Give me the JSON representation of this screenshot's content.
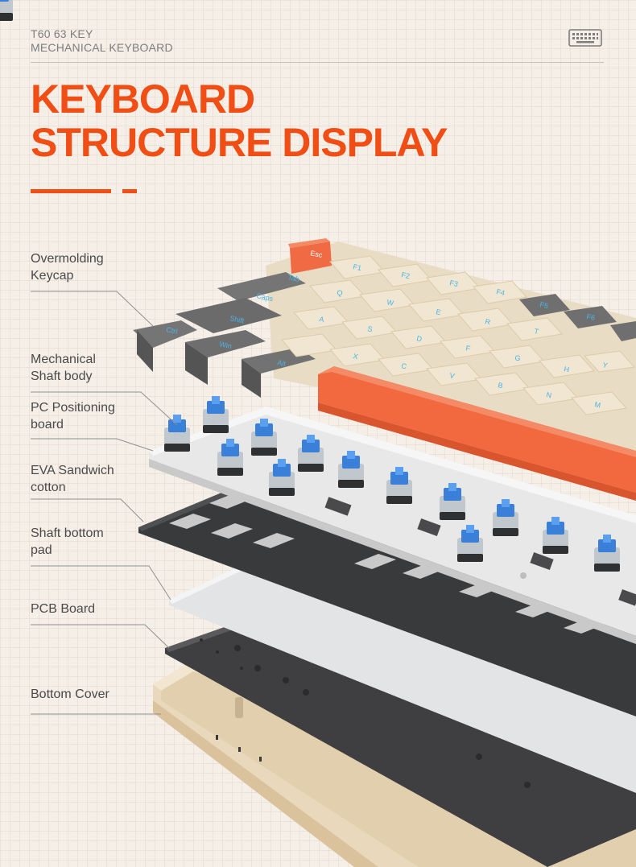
{
  "header": {
    "brand_line1": "T60 63 KEY",
    "brand_line2": "MECHANICAL KEYBOARD",
    "icon": "keyboard-icon"
  },
  "title": {
    "line1": "KEYBOARD",
    "line2": "STRUCTURE DISPLAY"
  },
  "layers": [
    {
      "label": "Overmolding\nKeycap"
    },
    {
      "label": "Mechanical\nShaft body"
    },
    {
      "label": "PC Positioning\nboard"
    },
    {
      "label": "EVA Sandwich\ncotton"
    },
    {
      "label": "Shaft bottom\npad"
    },
    {
      "label": "PCB Board"
    },
    {
      "label": "Bottom Cover"
    }
  ],
  "keycaps": {
    "esc": "Esc",
    "tab": "Tab",
    "caps": "Caps",
    "shift": "Shift",
    "ctrl": "Ctrl",
    "win": "Win",
    "alt": "Alt",
    "row1": [
      "F1",
      "F2",
      "F3",
      "F4",
      "F5",
      "F6"
    ],
    "row2": [
      "Q",
      "W",
      "E",
      "R",
      "T",
      "Y"
    ],
    "row3": [
      "A",
      "S",
      "D",
      "F",
      "G",
      "H"
    ],
    "row4": [
      "X",
      "C",
      "V",
      "B",
      "N",
      "M"
    ]
  },
  "colors": {
    "accent": "#f04e14",
    "keycap_cream": "#efe3cc",
    "keycap_grey": "#6f6f70",
    "keycap_orange": "#f06a44",
    "legend_blue": "#4ab4e6",
    "switch_blue": "#3a7fd8",
    "plate_grey": "#e6e6e6",
    "foam_dark": "#38383a",
    "pcb_dark": "#3d3d3f",
    "case_beige": "#ecdcc0"
  }
}
